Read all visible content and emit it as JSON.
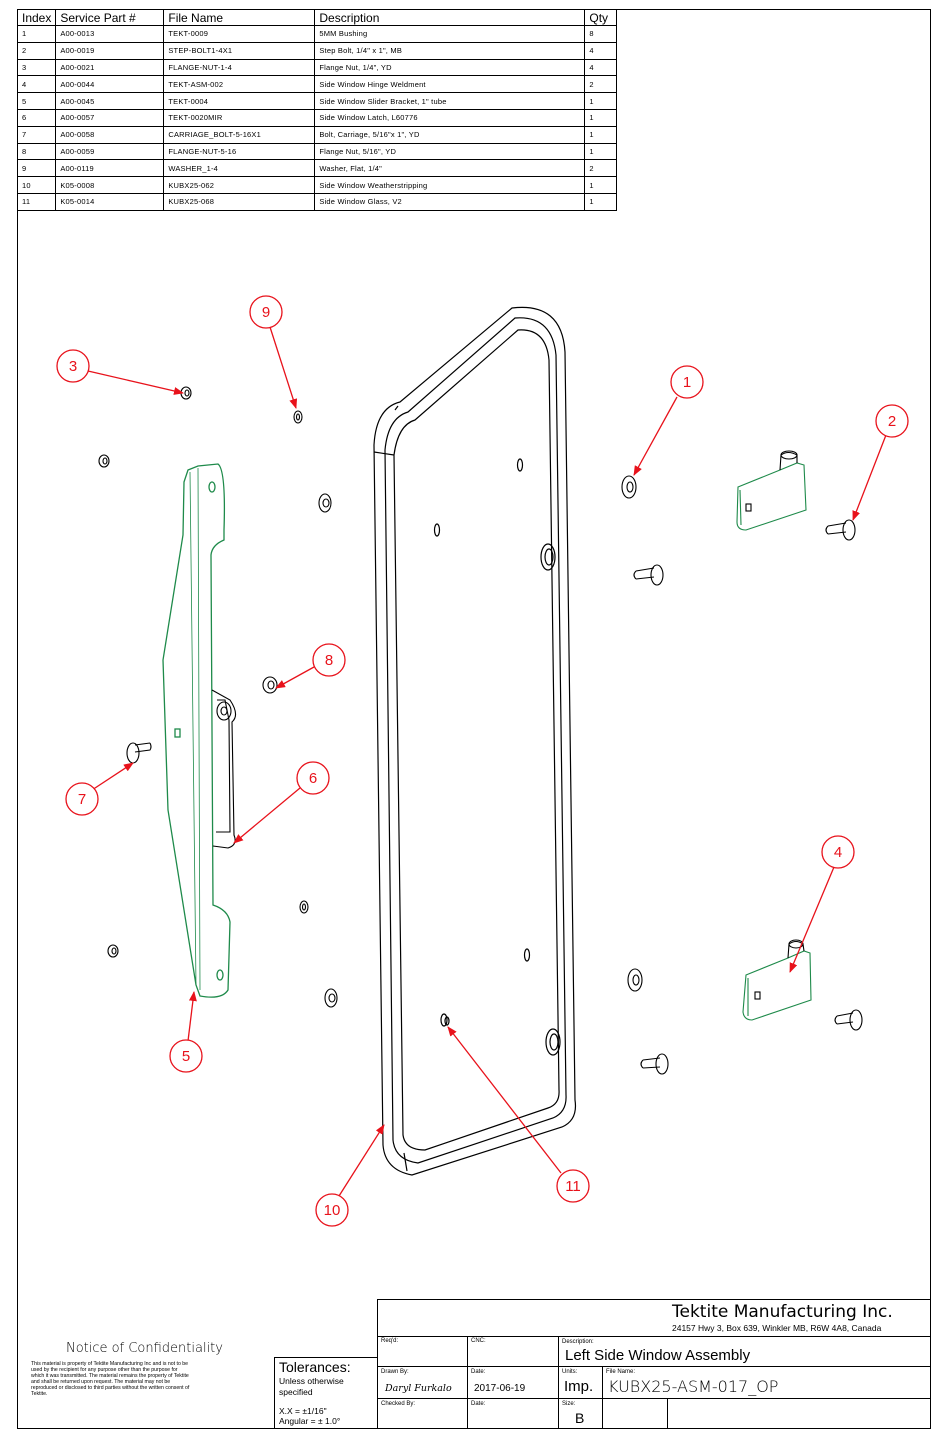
{
  "bom": {
    "headers": [
      "Index",
      "Service Part #",
      "File Name",
      "Description",
      "Qty"
    ],
    "rows": [
      [
        "1",
        "A00-0013",
        "TEKT-0009",
        "5MM Bushing",
        "8"
      ],
      [
        "2",
        "A00-0019",
        "STEP-BOLT1-4X1",
        "Step Bolt, 1/4\" x 1\", MB",
        "4"
      ],
      [
        "3",
        "A00-0021",
        "FLANGE-NUT-1-4",
        "Flange Nut, 1/4\", YD",
        "4"
      ],
      [
        "4",
        "A00-0044",
        "TEKT-ASM-002",
        "Side Window Hinge Weldment",
        "2"
      ],
      [
        "5",
        "A00-0045",
        "TEKT-0004",
        "Side Window Slider Bracket, 1\" tube",
        "1"
      ],
      [
        "6",
        "A00-0057",
        "TEKT-0020MIR",
        "Side Window Latch, L60776",
        "1"
      ],
      [
        "7",
        "A00-0058",
        "CARRIAGE_BOLT-5-16X1",
        "Bolt, Carriage, 5/16\"x 1\", YD",
        "1"
      ],
      [
        "8",
        "A00-0059",
        "FLANGE-NUT-5-16",
        "Flange Nut, 5/16\", YD",
        "1"
      ],
      [
        "9",
        "A00-0119",
        "WASHER_1-4",
        "Washer, Flat, 1/4\"",
        "2"
      ],
      [
        "10",
        "K05-0008",
        "KUBX25-062",
        "Side Window Weatherstripping",
        "1"
      ],
      [
        "11",
        "K05-0014",
        "KUBX25-068",
        "Side Window Glass, V2",
        "1"
      ]
    ]
  },
  "balloons": [
    "1",
    "2",
    "3",
    "4",
    "5",
    "6",
    "7",
    "8",
    "9",
    "10",
    "11"
  ],
  "colors": {
    "callout": "#e8121b",
    "part_highlight": "#1e8a4a"
  },
  "notice": {
    "title": "Notice of Confidentiality",
    "text": "This material is property of Tektite Manufacturing Inc and is not to be used by the recipient for any purpose other than the purpose for which it was transmitted. The material remains the property of Tektite and shall be returned upon request. The material may not be reproduced or disclosed to third parties without the written consent of Tektite."
  },
  "tolerances": {
    "title": "Tolerances:",
    "line1": "Unless otherwise",
    "line2": "specified",
    "linear": "X.X = ±1/16\"",
    "angular": "Angular = ± 1.0°"
  },
  "title_block": {
    "company": "Tektite Manufacturing Inc.",
    "address": "24157 Hwy 3, Box 639, Winkler MB, R6W 4A8, Canada",
    "reqd_label": "Req'd:",
    "cnc_label": "CNC:",
    "description_label": "Description:",
    "description": "Left Side Window Assembly",
    "drawn_by_label": "Drawn By:",
    "drawn_by": "Daryl Furkalo",
    "date_label": "Date:",
    "date": "2017-06-19",
    "units_label": "Units:",
    "units": "Imp.",
    "file_name_label": "File Name:",
    "file_name": "KUBX25-ASM-017_OP",
    "checked_by_label": "Checked By:",
    "checked_date_label": "Date:",
    "size_label": "Size:",
    "size": "B"
  }
}
